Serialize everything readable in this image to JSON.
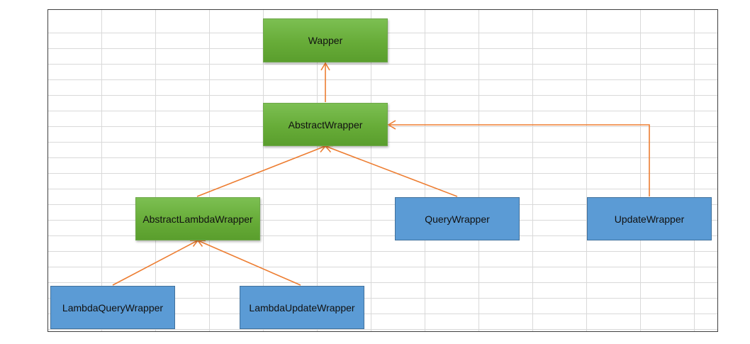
{
  "diagram": {
    "nodes": [
      {
        "id": "wapper",
        "label": "Wapper",
        "style": "green"
      },
      {
        "id": "abstract-wrapper",
        "label": "AbstractWrapper",
        "style": "green"
      },
      {
        "id": "abstract-lambda-wrapper",
        "label": "AbstractLambdaWrapper",
        "style": "green"
      },
      {
        "id": "query-wrapper",
        "label": "QueryWrapper",
        "style": "blue"
      },
      {
        "id": "update-wrapper",
        "label": "UpdateWrapper",
        "style": "blue"
      },
      {
        "id": "lambda-query-wrapper",
        "label": "LambdaQueryWrapper",
        "style": "blue"
      },
      {
        "id": "lambda-update-wrapper",
        "label": "LambdaUpdateWrapper",
        "style": "blue"
      }
    ],
    "edges": [
      {
        "from": "abstract-wrapper",
        "to": "wapper"
      },
      {
        "from": "abstract-lambda-wrapper",
        "to": "abstract-wrapper"
      },
      {
        "from": "query-wrapper",
        "to": "abstract-wrapper"
      },
      {
        "from": "update-wrapper",
        "to": "abstract-wrapper"
      },
      {
        "from": "lambda-query-wrapper",
        "to": "abstract-lambda-wrapper"
      },
      {
        "from": "lambda-update-wrapper",
        "to": "abstract-lambda-wrapper"
      }
    ],
    "colors": {
      "green_node": "#70ad47",
      "blue_node": "#5b9bd5",
      "arrow": "#ed7d31",
      "grid": "#d9d9d9"
    }
  }
}
